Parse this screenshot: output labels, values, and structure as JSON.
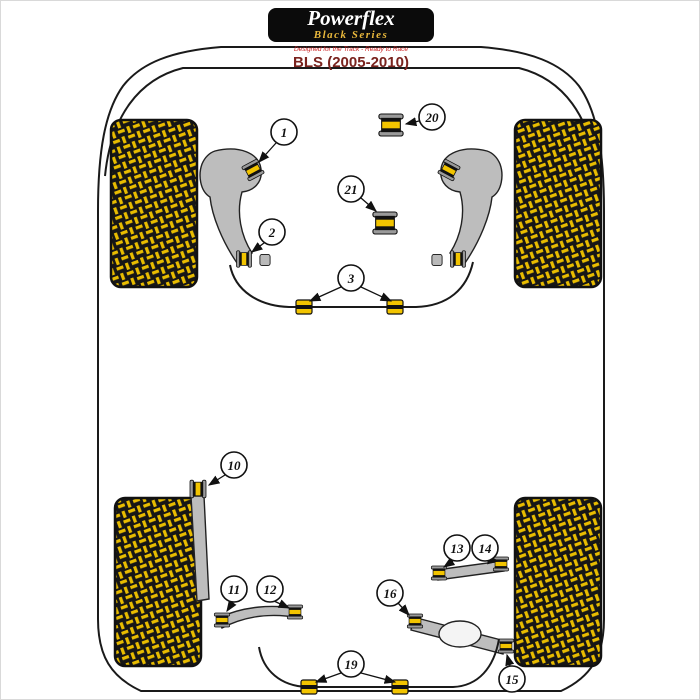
{
  "logo": {
    "brand": "Powerflex",
    "series": "Black Series",
    "tagline": "Designed for the Track - Ready to Race"
  },
  "title": "BLS (2005-2010)",
  "callouts": [
    {
      "label": "1"
    },
    {
      "label": "2"
    },
    {
      "label": "3"
    },
    {
      "label": "10"
    },
    {
      "label": "11"
    },
    {
      "label": "12"
    },
    {
      "label": "13"
    },
    {
      "label": "14"
    },
    {
      "label": "15"
    },
    {
      "label": "16"
    },
    {
      "label": "19"
    },
    {
      "label": "20"
    },
    {
      "label": "21"
    }
  ],
  "colors": {
    "tread_yellow": "#E8BC00",
    "bushing_yellow": "#F2C400",
    "title_red": "#7A231E",
    "tagline_red": "#CC2020",
    "logo_gold": "#E9B83C",
    "outline_black": "#1A1A1A",
    "arm_gray": "#BDBDBD"
  }
}
